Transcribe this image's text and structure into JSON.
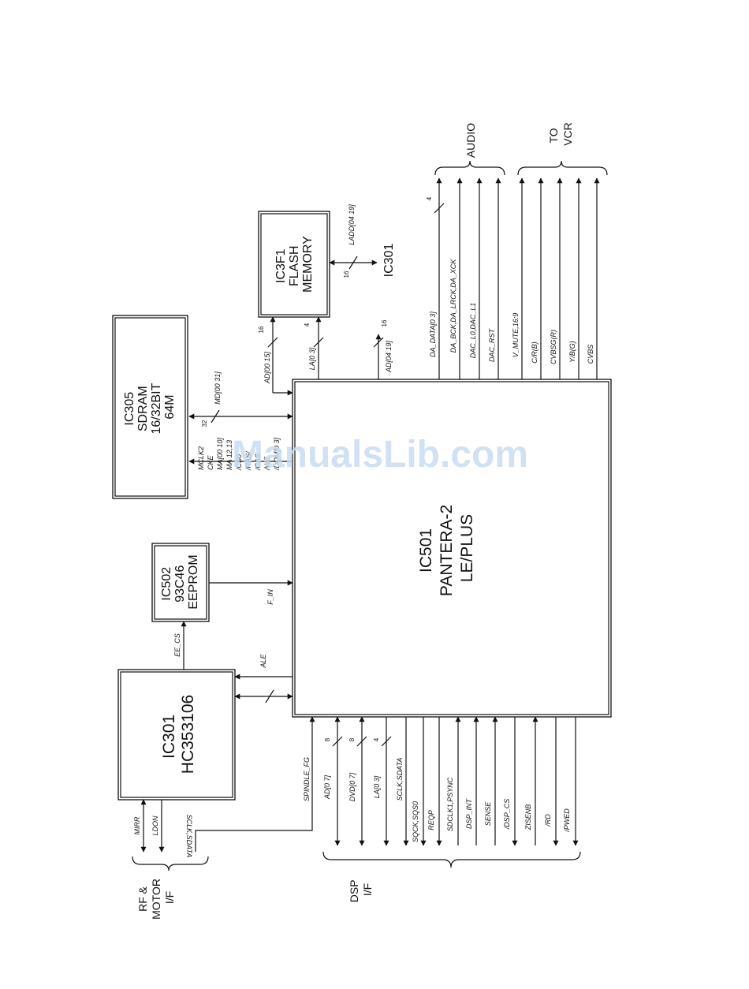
{
  "watermark": "ManualsLib.com",
  "blocks": {
    "ic501": [
      "IC501",
      "PANTERA-2",
      "LE/PLUS"
    ],
    "ic305": [
      "IC305",
      "SDRAM",
      "16/32BIT",
      "64M"
    ],
    "ic3f1": [
      "IC3F1",
      "FLASH",
      "MEMORY"
    ],
    "ic502": [
      "IC502",
      "93C46",
      "EEPROM"
    ],
    "ic301": [
      "IC301",
      "HC353106"
    ]
  },
  "ic301_label": "IC301",
  "groups": {
    "audio": "AUDIO",
    "to_vcr": [
      "TO",
      "VCR"
    ],
    "dsp_if": [
      "DSP",
      "I/F"
    ],
    "rf_motor_if": [
      "RF &",
      "MOTOR",
      "I/F"
    ]
  },
  "signals": {
    "flash_ad": "AD[00 15]",
    "flash_la": "LA[0 3]",
    "ad_0419": "AD[04 19]",
    "ladd": "LADD[04 19]",
    "md": "MD[00 31]",
    "sdram_ctrl": [
      "MCLK2",
      "CKE",
      "MA[00 10]",
      "MA 12,13",
      "/CS0",
      "/RAS/",
      "/CAS",
      "/WE",
      "/DQM[0 3]"
    ],
    "f_in": "F_IN",
    "ee_cs": "EE_CS",
    "ale": "ALE",
    "audio_out": [
      "DA_DATA[0 3]",
      "DA_BCK,DA_LRCK,DA_XCK",
      "DAC_L0,DAC_L1",
      "DAC_RST"
    ],
    "vcr_out": [
      "V_MUTE,16:9",
      "C/R(B)",
      "CVBSG(R)",
      "Y/B(G)",
      "CVBS"
    ],
    "bottom": [
      "SPINDLE_FG",
      "AD[0 7]",
      "DVD[0 7]",
      "LA[0 3]",
      "SCLK,SDATA",
      "SQCK,SQS0",
      "REQP",
      "SDCLK1,PSYNC",
      "DSP_INT",
      "SENSE",
      "/DSP_CS",
      "ZISENB",
      "/RD",
      "/PWED"
    ],
    "sclk_sdata_rev": "SCLK,SDATA",
    "rf": [
      "MIRR",
      "LDON"
    ]
  },
  "bus_widths": {
    "flash_ad": "16",
    "flash_la": "4",
    "ad_0419": "16",
    "ladd": "16",
    "md": "32",
    "da_data": "4",
    "ad07": "8",
    "dvd07": "8",
    "la03": "4"
  }
}
